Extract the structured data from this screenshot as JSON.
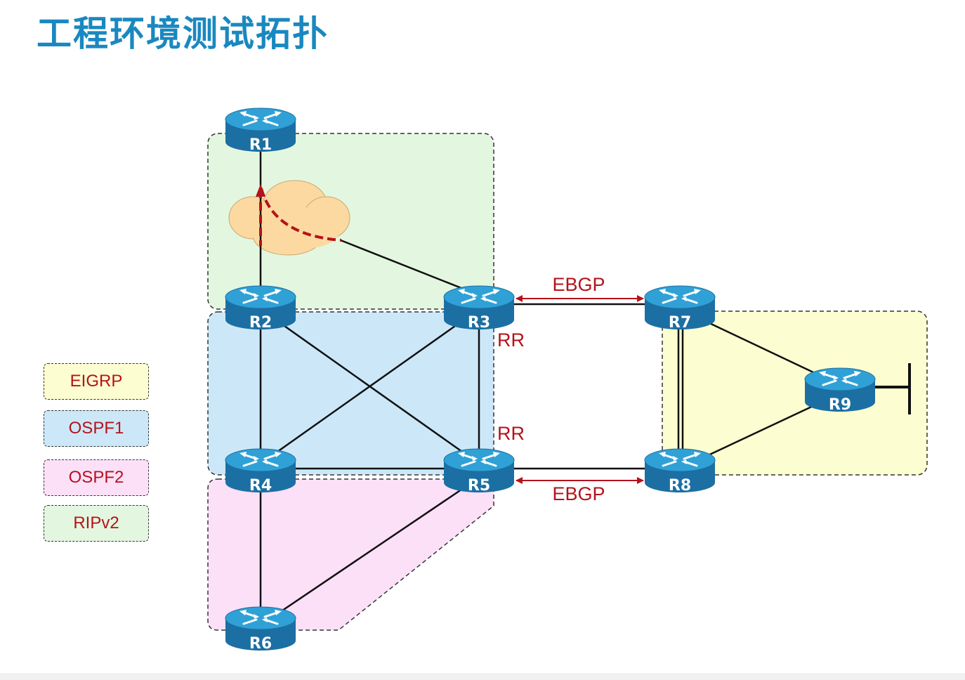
{
  "title": "工程环境测试拓扑",
  "legend": [
    {
      "label": "EIGRP",
      "color": "#fcfdd0"
    },
    {
      "label": "OSPF1",
      "color": "#cce8f8"
    },
    {
      "label": "OSPF2",
      "color": "#fce0f8"
    },
    {
      "label": "RIPv2",
      "color": "#e3f7e0"
    }
  ],
  "routers": [
    "R1",
    "R2",
    "R3",
    "R4",
    "R5",
    "R6",
    "R7",
    "R8",
    "R9"
  ],
  "labels": {
    "ebgp_top": "EBGP",
    "ebgp_bottom": "EBGP",
    "rr_r3": "RR",
    "rr_r5": "RR"
  },
  "colors": {
    "title": "#1a88c0",
    "router_top": "#2fa1d6",
    "router_side": "#1c6fa3",
    "label_red": "#b5121b",
    "cloud": "#fcd9a0"
  }
}
